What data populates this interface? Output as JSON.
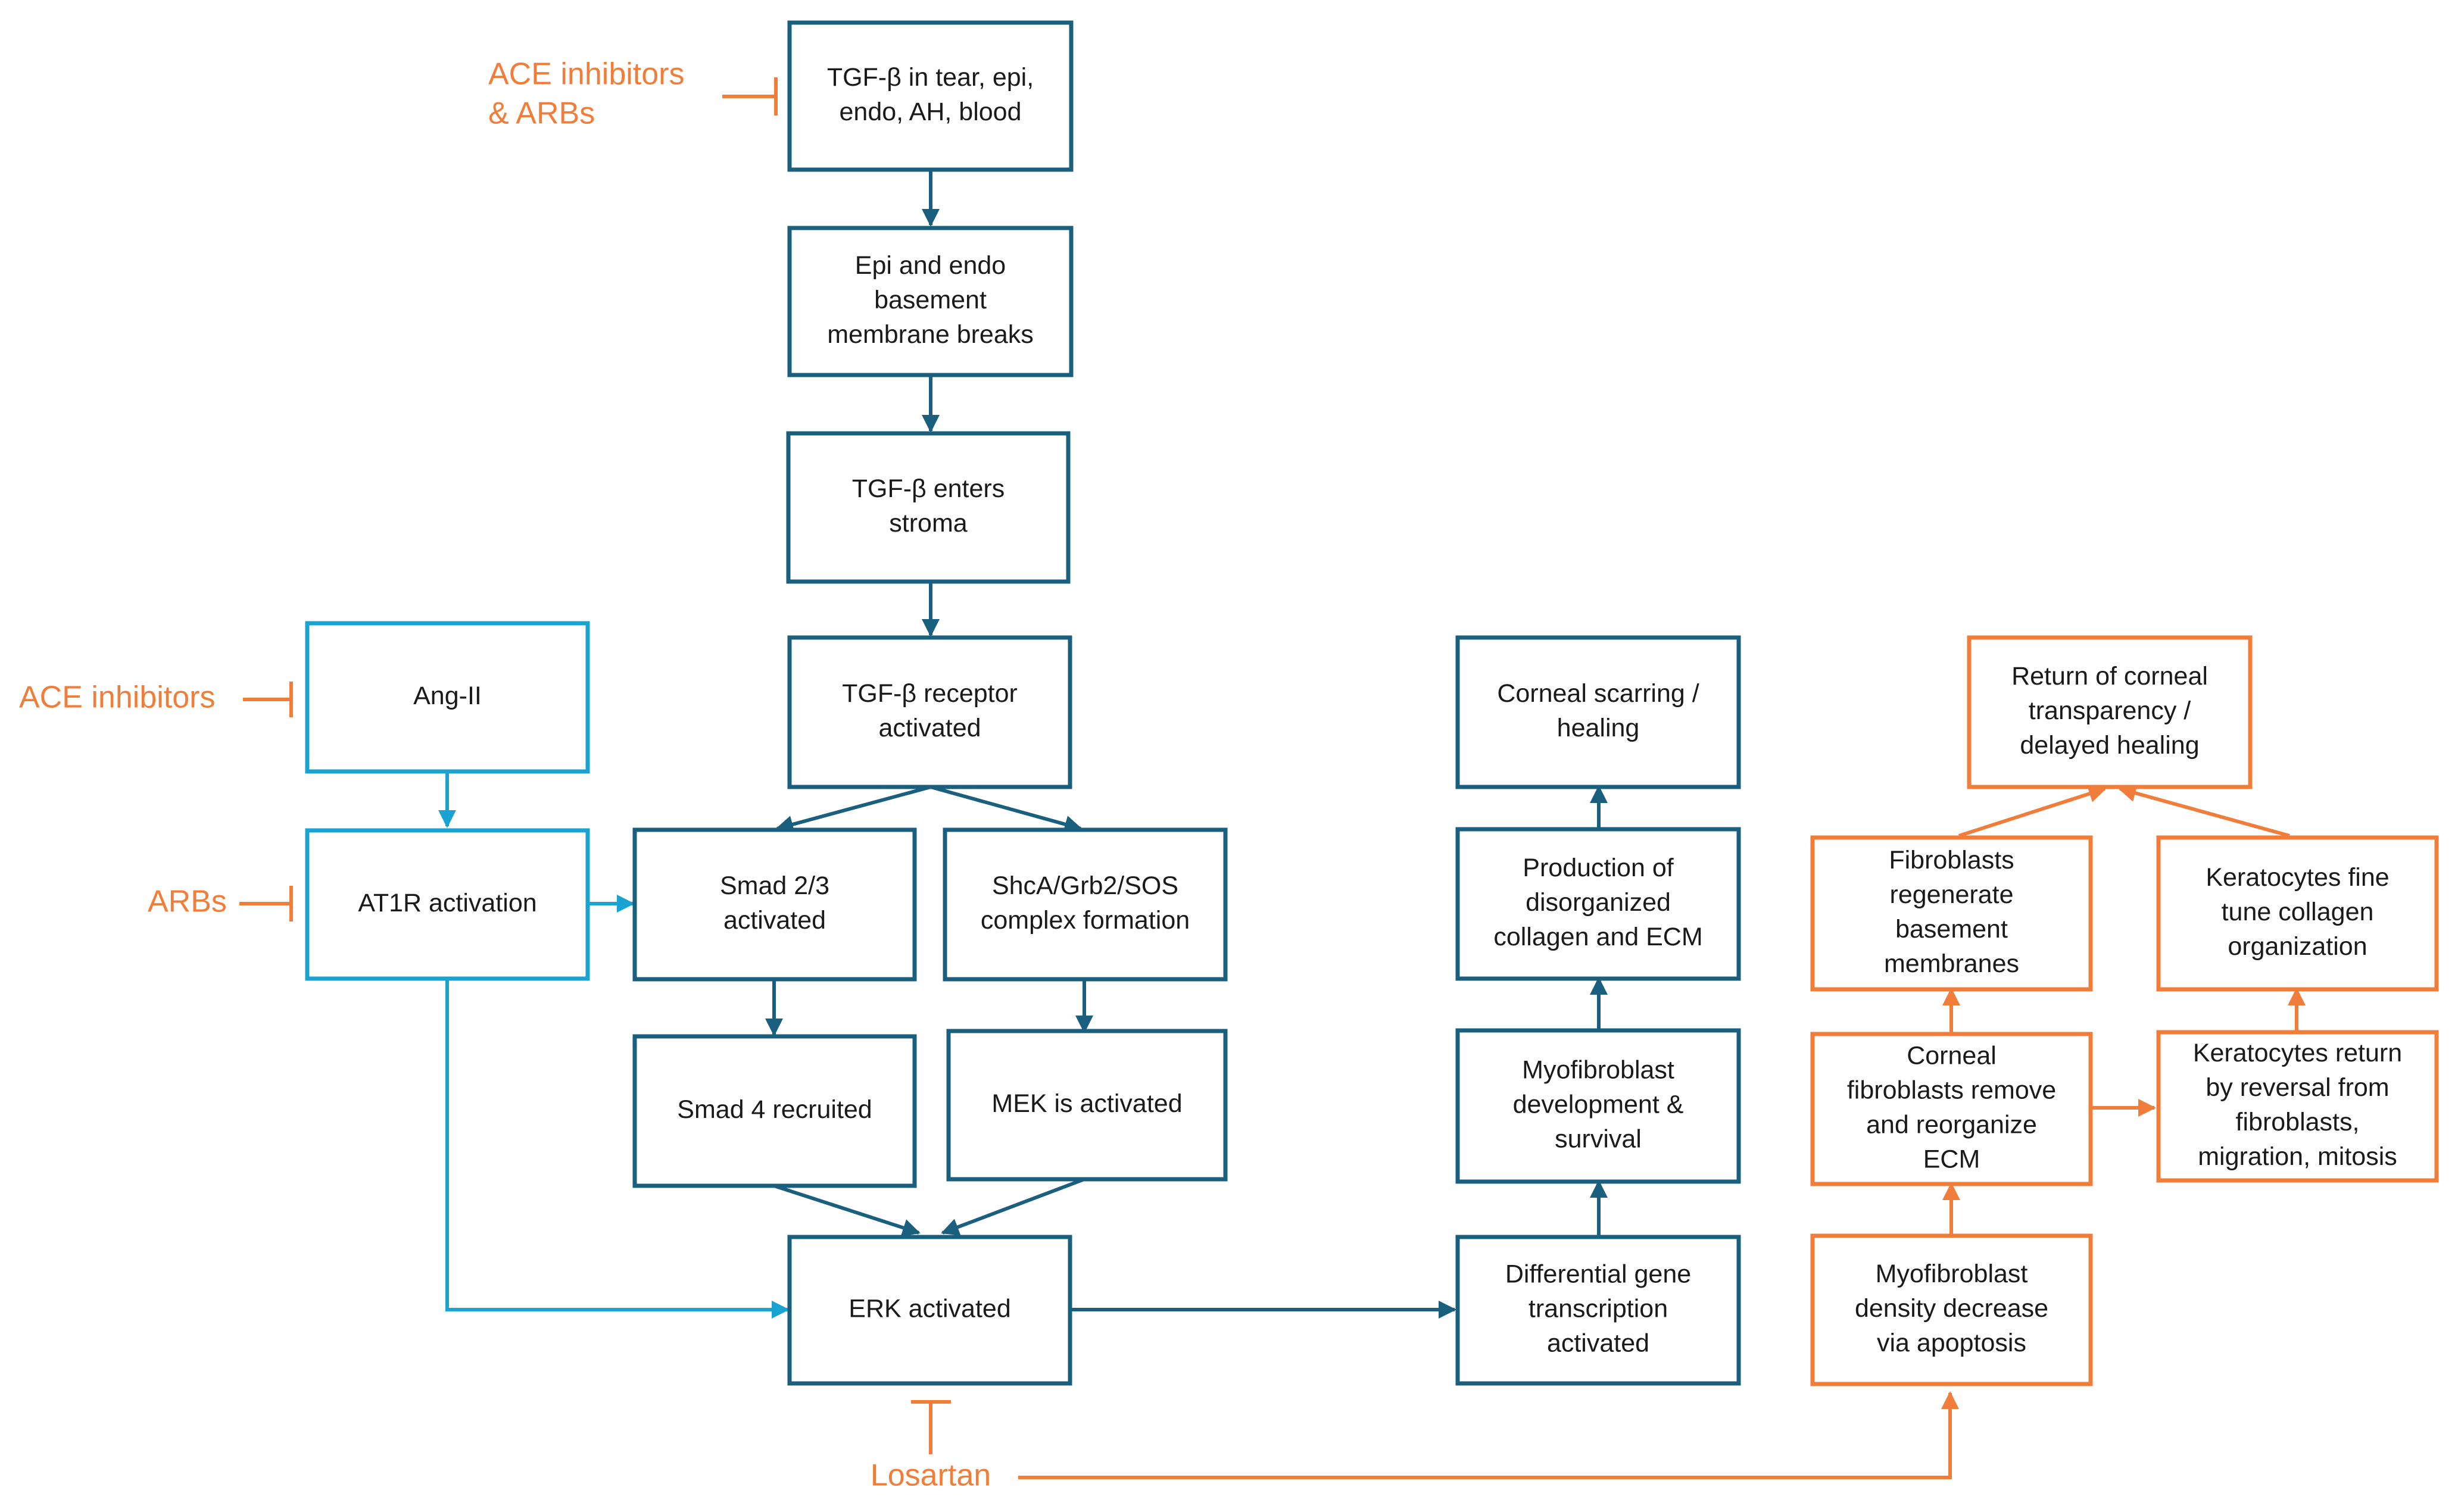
{
  "colors": {
    "teal": "#1b5f7e",
    "blue": "#1aa3d1",
    "orange": "#f07e3a",
    "text": "#1a1a1a"
  },
  "boxes": {
    "tgf_tear": [
      "TGF-β in tear, epi,",
      "endo, AH, blood"
    ],
    "bm_breaks": [
      "Epi and endo",
      "basement",
      "membrane breaks"
    ],
    "tgf_stroma": [
      "TGF-β enters",
      "stroma"
    ],
    "tgf_receptor": [
      "TGF-β receptor",
      "activated"
    ],
    "ang2": [
      "Ang-II"
    ],
    "at1r": [
      "AT1R activation"
    ],
    "smad23": [
      "Smad 2/3",
      "activated"
    ],
    "shca": [
      "ShcA/Grb2/SOS",
      "complex formation"
    ],
    "smad4": [
      "Smad 4 recruited"
    ],
    "mek": [
      "MEK is activated"
    ],
    "erk": [
      "ERK activated"
    ],
    "diff_gene": [
      "Differential gene",
      "transcription",
      "activated"
    ],
    "myofib_dev": [
      "Myofibroblast",
      "development &",
      "survival"
    ],
    "production": [
      "Production of",
      "disorganized",
      "collagen and ECM"
    ],
    "scarring": [
      "Corneal scarring /",
      "healing"
    ],
    "myofib_density": [
      "Myofibroblast",
      "density decrease",
      "via apoptosis"
    ],
    "corneal_fib": [
      "Corneal",
      "fibroblasts remove",
      "and reorganize",
      "ECM"
    ],
    "fib_regen": [
      "Fibroblasts",
      "regenerate",
      "basement",
      "membranes"
    ],
    "kera_return": [
      "Keratocytes return",
      "by reversal from",
      "fibroblasts,",
      "migration, mitosis"
    ],
    "kera_fine": [
      "Keratocytes fine",
      "tune collagen",
      "organization"
    ],
    "transparency": [
      "Return of corneal",
      "transparency /",
      "delayed healing"
    ]
  },
  "inhibitors": {
    "ace_arbs": [
      "ACE inhibitors",
      "& ARBs"
    ],
    "ace": [
      "ACE inhibitors"
    ],
    "arbs": [
      "ARBs"
    ],
    "losartan": [
      "Losartan"
    ]
  }
}
